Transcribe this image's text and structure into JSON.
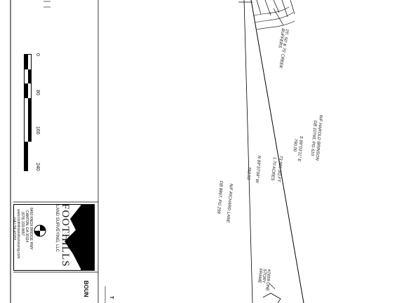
{
  "scale": {
    "ticks": [
      "0",
      "80",
      "160",
      "240"
    ]
  },
  "notes": {
    "buffers": "25', 50' & 75' CREEK BUFFERS",
    "owner_north_name": "N/F HAROLD BRINSON",
    "owner_north_deed": "DB 10765, PG 610",
    "bearing_north": "S 89°03'11\" E",
    "distance_north": "790.00",
    "area_sqft": "73,966 SQ.FT.",
    "area_acres": "1.70 ACRES",
    "bearing_south": "N 89°37'09\" W",
    "distance_south": "763.53",
    "owner_south_name": "N/F RICHARD LANE",
    "owner_south_deed": "DB 8867, PG 299",
    "house_label": "#2659 ONE STORY FRAME"
  },
  "company": {
    "name": "FOOTHILLS",
    "subtitle": "LAND SURVEYING, LLC",
    "address1": "8450 KNOX BRIDGE HWY",
    "address2": "CANTON, GA 30114",
    "phone": "(678) 333-8657",
    "web": "www.foothillslandsurveying.com",
    "license": "GA LSF #1152"
  },
  "title_block": {
    "heading_fragment": "BOUN",
    "t_fragment": "T"
  },
  "colors": {
    "ink": "#111111",
    "paper": "#ffffff"
  }
}
